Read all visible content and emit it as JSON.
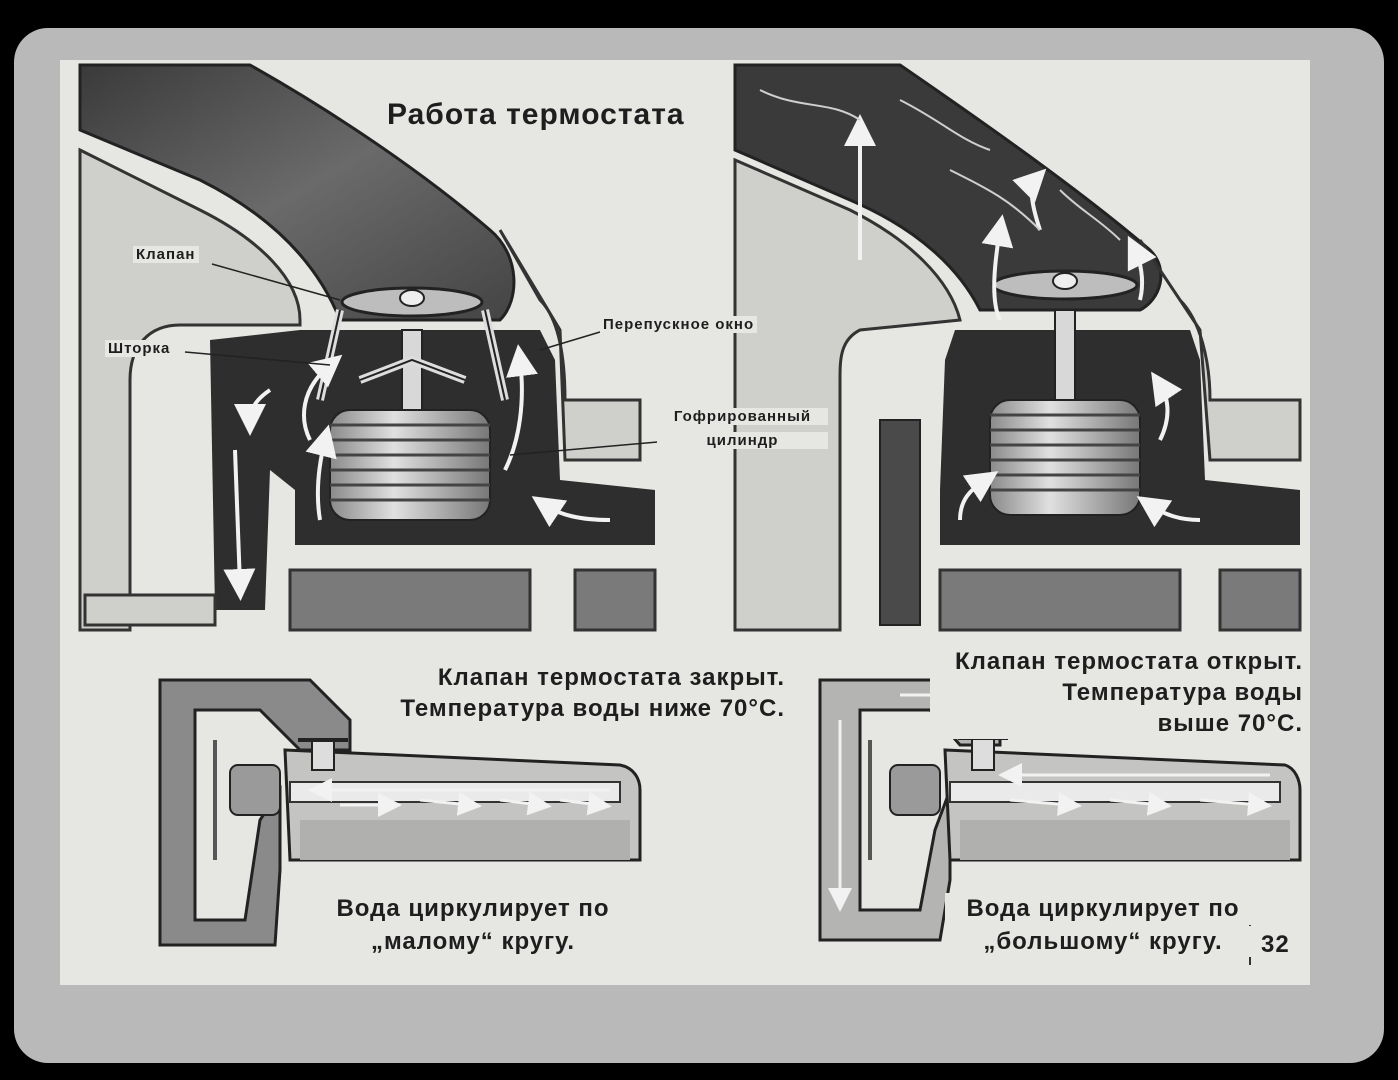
{
  "title": "Работа термостата",
  "labels": {
    "valve": "Клапан",
    "shutter": "Шторка",
    "bypass_window": "Перепускное окно",
    "bellows_line1": "Гофрированный",
    "bellows_line2": "цилиндр"
  },
  "left_caption": {
    "line1": "Клапан термостата закрыт.",
    "line2": "Температура воды ниже 70°С."
  },
  "right_caption": {
    "line1": "Клапан термостата открыт.",
    "line2": "Температура воды",
    "line3": "выше 70°С."
  },
  "left_circulation": {
    "line1": "Вода циркулирует по",
    "line2": "„малому“ кругу."
  },
  "right_circulation": {
    "line1": "Вода циркулирует по",
    "line2": "„большому“ кругу."
  },
  "slide_number": "32",
  "colors": {
    "slide_bg": "#e6e6e3",
    "frame": "#b9b9b9",
    "metal_light": "#c4c4c2",
    "metal_dark": "#4a4a4a",
    "water_dark": "#2a2a2a",
    "flow_arrow": "#f2f2f2"
  }
}
